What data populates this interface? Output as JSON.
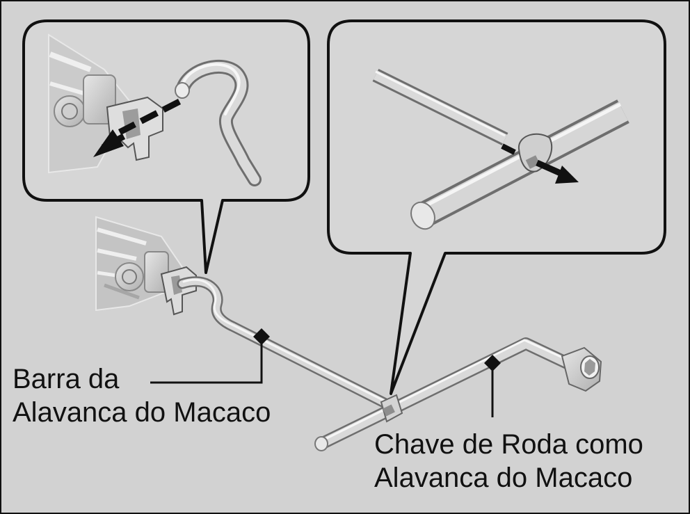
{
  "labels": {
    "jack_bar_line1": "Barra da",
    "jack_bar_line2": "Alavanca do Macaco",
    "wrench_line1": "Chave de Roda como",
    "wrench_line2": "Alavanca do Macaco"
  },
  "colors": {
    "background": "#d2d2d2",
    "callout_fill": "#d6d6d6",
    "outline": "#111111",
    "metal_light": "#eeeeee",
    "metal_dark": "#8c8c8c",
    "arrow": "#111111"
  }
}
